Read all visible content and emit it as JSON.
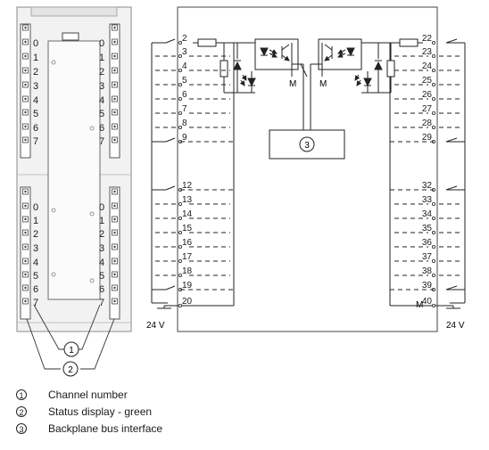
{
  "left_panel": {
    "channels_top": [
      "0",
      "1",
      "2",
      "3",
      "4",
      "5",
      "6",
      "7"
    ],
    "channels_bottom": [
      "0",
      "1",
      "2",
      "3",
      "4",
      "5",
      "6",
      "7"
    ]
  },
  "callouts": [
    "1",
    "2",
    "3"
  ],
  "wiring": {
    "left_terminals": [
      "2",
      "3",
      "4",
      "5",
      "6",
      "7",
      "8",
      "9",
      "12",
      "13",
      "14",
      "15",
      "16",
      "17",
      "18",
      "19",
      "20"
    ],
    "right_terminals": [
      "22",
      "23",
      "24",
      "25",
      "26",
      "27",
      "28",
      "29",
      "32",
      "33",
      "34",
      "35",
      "36",
      "37",
      "38",
      "39",
      "40"
    ],
    "supply_left": "24 V",
    "supply_right": "24 V",
    "ground_label": "M"
  },
  "legend": [
    {
      "mark": "1",
      "text": "Channel number"
    },
    {
      "mark": "2",
      "text": "Status display - green"
    },
    {
      "mark": "3",
      "text": "Backplane bus interface"
    }
  ]
}
